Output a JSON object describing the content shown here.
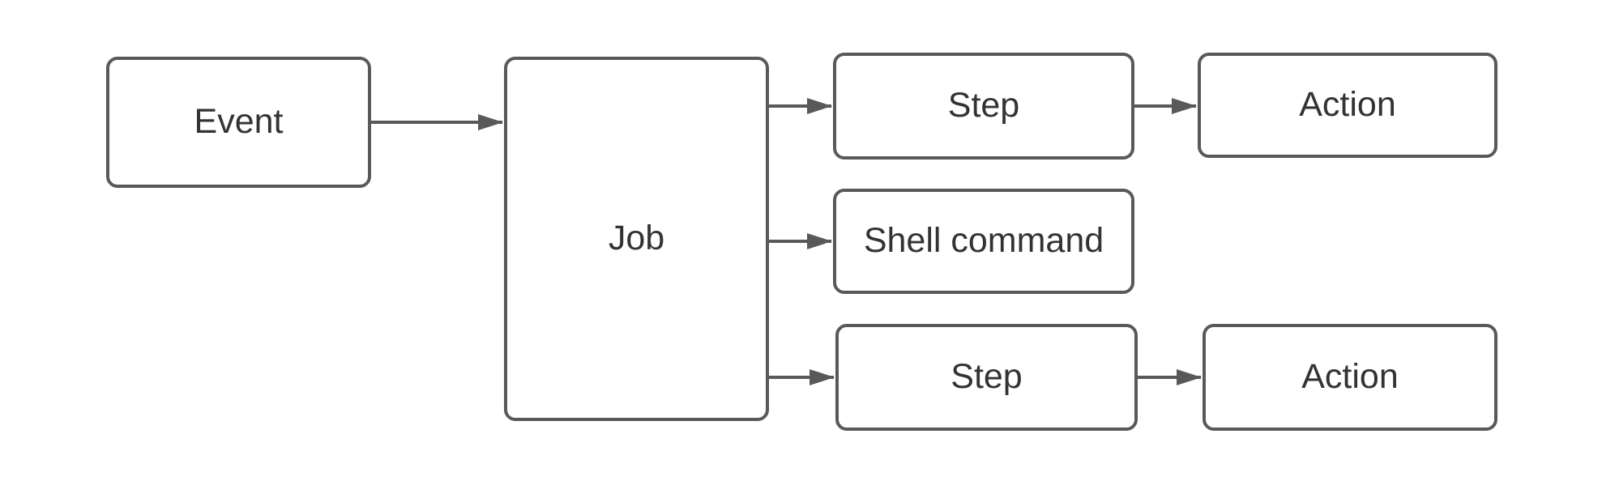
{
  "diagram": {
    "title": "workflow-diagram",
    "colors": {
      "stroke": "#595959",
      "text": "#333333",
      "node_fill": "#ffffff",
      "background": "#ffffff"
    },
    "nodes": {
      "event": {
        "label": "Event"
      },
      "job": {
        "label": "Job"
      },
      "step_top": {
        "label": "Step"
      },
      "action_top": {
        "label": "Action"
      },
      "shell_command": {
        "label": "Shell command"
      },
      "step_bottom": {
        "label": "Step"
      },
      "action_bottom": {
        "label": "Action"
      }
    },
    "edges": [
      {
        "from": "event",
        "to": "job"
      },
      {
        "from": "job",
        "to": "step_top"
      },
      {
        "from": "job",
        "to": "shell_command"
      },
      {
        "from": "job",
        "to": "step_bottom"
      },
      {
        "from": "step_top",
        "to": "action_top"
      },
      {
        "from": "step_bottom",
        "to": "action_bottom"
      }
    ]
  }
}
